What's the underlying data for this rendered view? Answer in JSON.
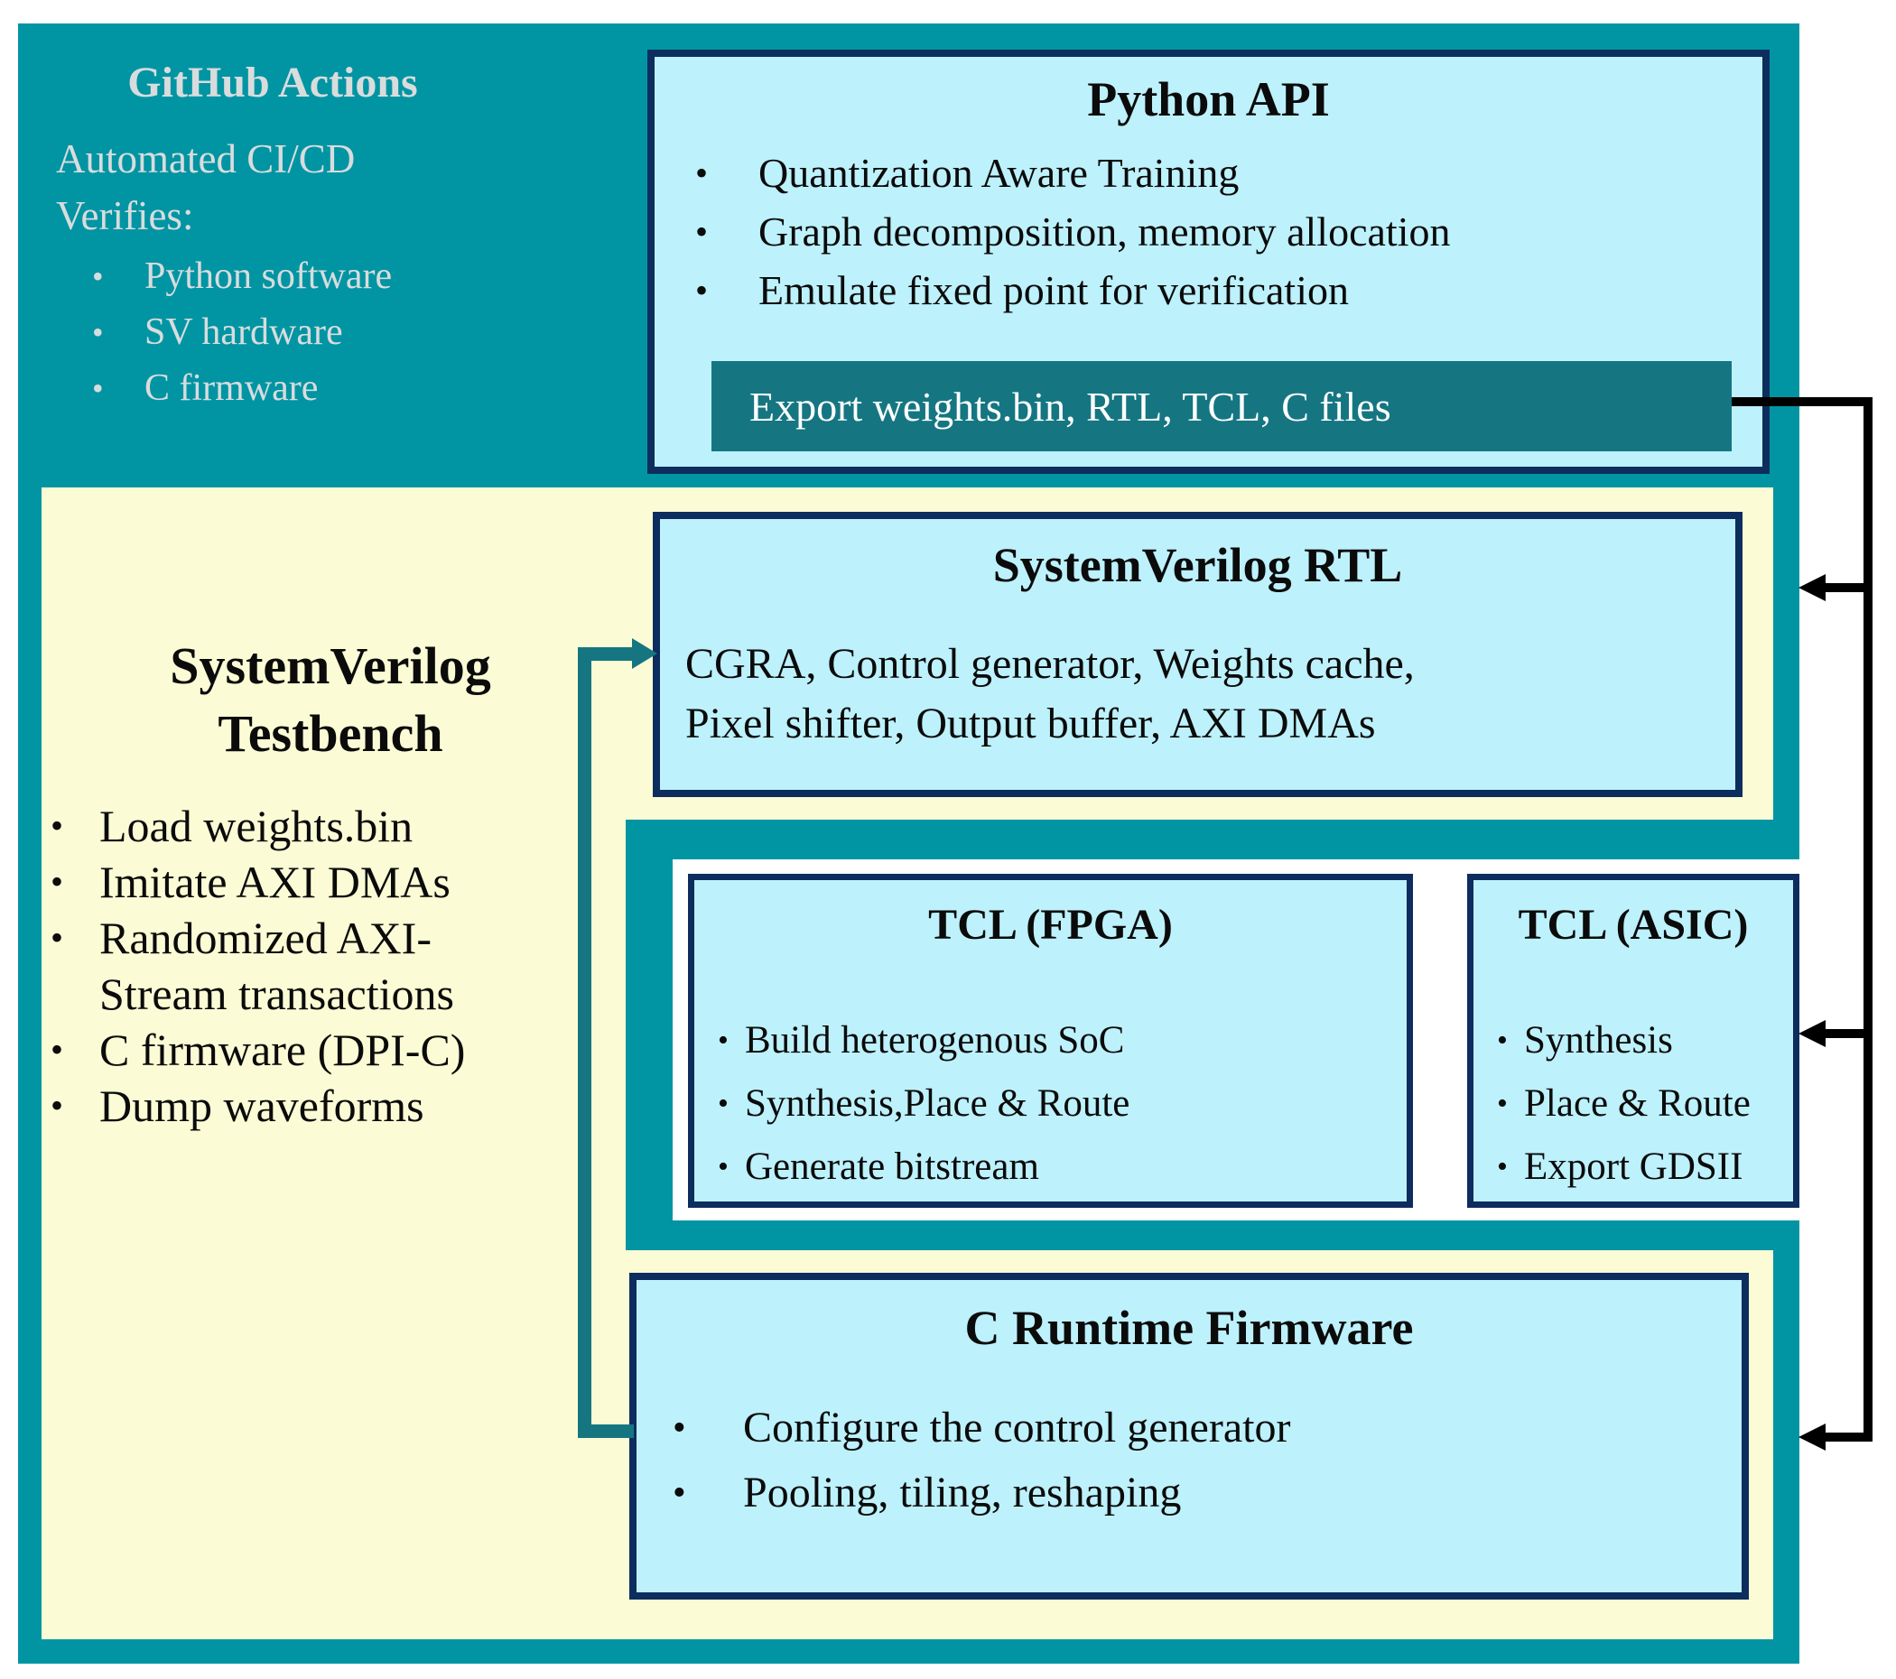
{
  "colors": {
    "background_teal": "#0195a3",
    "dark_teal": "#157682",
    "cream_panel": "#fbfcd5",
    "cyan_box": "#bdf1fc",
    "navy_border": "#0d2d5e",
    "light_text": "#d9dcdd",
    "connector_black": "#000000"
  },
  "glyph": {
    "bullet": "•"
  },
  "github": {
    "title": "GitHub Actions",
    "intro_line1": "Automated CI/CD",
    "intro_line2": "Verifies:",
    "bullets": [
      "Python software",
      "SV hardware",
      "C firmware"
    ]
  },
  "python_api": {
    "title": "Python API",
    "bullets": [
      "Quantization Aware Training",
      "Graph decomposition, memory allocation",
      "Emulate fixed point for verification"
    ],
    "export_label": "Export weights.bin, RTL, TCL, C files"
  },
  "testbench": {
    "title_line1": "SystemVerilog",
    "title_line2": "Testbench",
    "rows": [
      "Load weights.bin",
      "Imitate AXI DMAs",
      "Randomized AXI-",
      "Stream transactions",
      "C firmware (DPI-C)",
      "Dump waveforms"
    ]
  },
  "rtl": {
    "title": "SystemVerilog RTL",
    "body_line1": "CGRA, Control generator, Weights cache,",
    "body_line2": "Pixel shifter, Output buffer, AXI DMAs"
  },
  "tcl_fpga": {
    "title": "TCL (FPGA)",
    "bullets": [
      "Build heterogenous SoC",
      "Synthesis,Place & Route",
      "Generate bitstream"
    ]
  },
  "tcl_asic": {
    "title": "TCL (ASIC)",
    "bullets": [
      "Synthesis",
      "Place & Route",
      "Export GDSII"
    ]
  },
  "firmware": {
    "title": "C Runtime Firmware",
    "bullets": [
      "Configure the control generator",
      "Pooling, tiling, reshaping"
    ]
  }
}
